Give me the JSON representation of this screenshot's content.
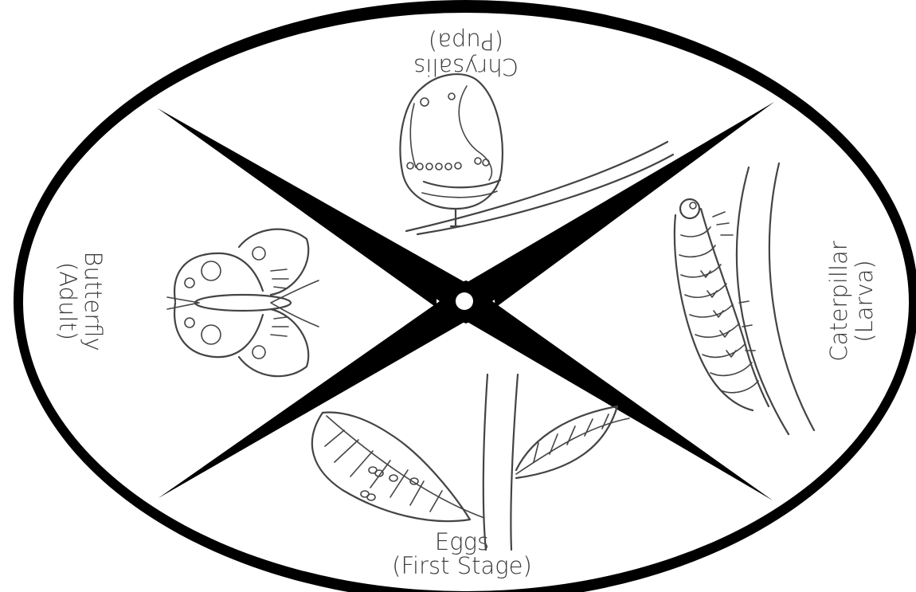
{
  "wheel": {
    "outline_color": "#000000",
    "background": "#ffffff",
    "stages": {
      "chrysalis": {
        "line1": "Chrysalis",
        "line2": "(Pupa)"
      },
      "caterpillar": {
        "line1": "Caterpillar",
        "line2": "(Larva)"
      },
      "eggs": {
        "line1": "Eggs",
        "line2": "(First Stage)"
      },
      "butterfly": {
        "line1": "Butterfly",
        "line2": "(Adult)"
      }
    },
    "illustrations": [
      "chrysalis-drawing",
      "caterpillar-drawing",
      "eggs-on-leaf-drawing",
      "butterfly-drawing"
    ]
  }
}
